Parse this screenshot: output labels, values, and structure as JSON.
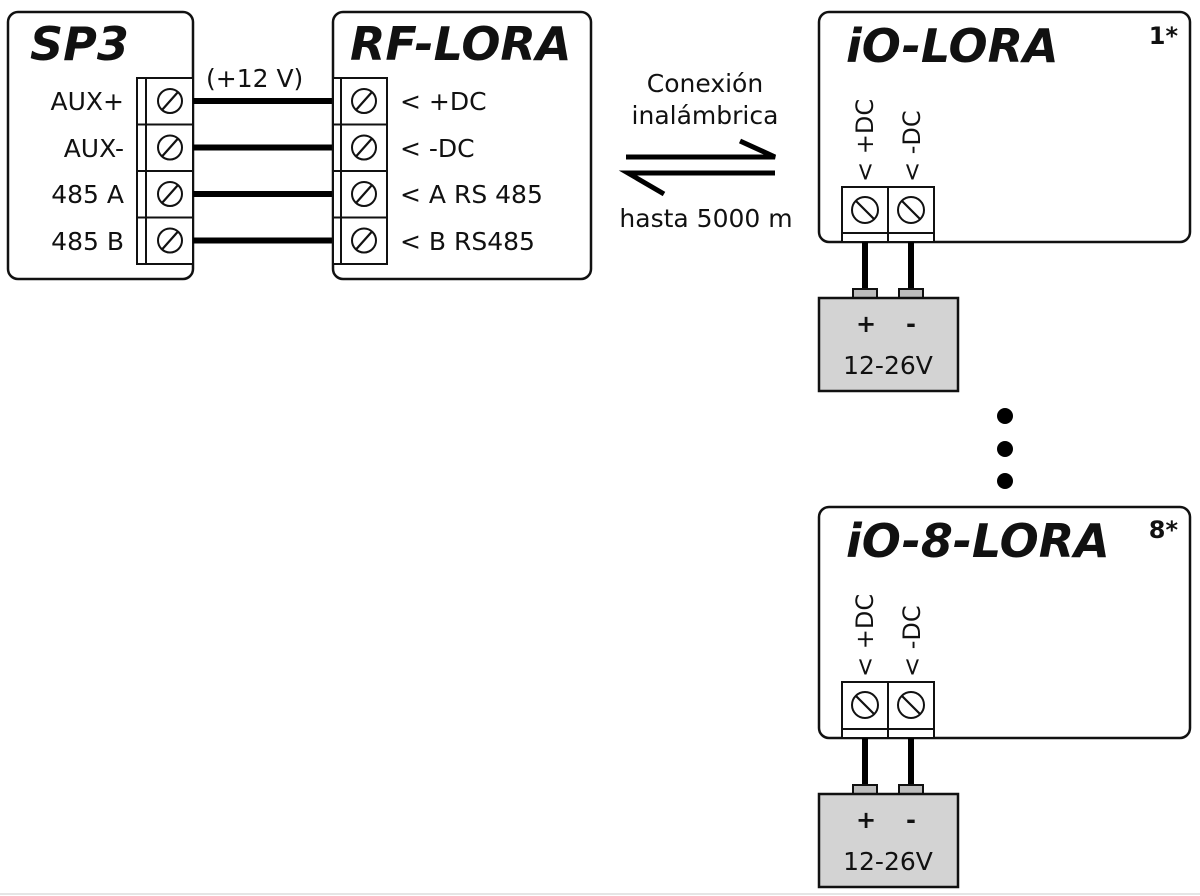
{
  "sp3": {
    "title": "SP3",
    "terminals": [
      "AUX+",
      "AUX-",
      "485 A",
      "485 B"
    ]
  },
  "wire_label": "(+12 V)",
  "rf_lora": {
    "title": "RF-LORA",
    "terminals": [
      "< +DC",
      "< -DC",
      "< A RS 485",
      "< B RS485"
    ]
  },
  "wireless": {
    "line1": "Conexión",
    "line2": "inalámbrica",
    "range": "hasta 5000 m"
  },
  "io_lora": {
    "title": "iO-LORA",
    "index": "1*",
    "terminals": [
      "< +DC",
      "< -DC"
    ],
    "psu": {
      "plus": "+",
      "minus": "-",
      "voltage": "12-26V"
    }
  },
  "io_8_lora": {
    "title": "iO-8-LORA",
    "index": "8*",
    "terminals": [
      "< +DC",
      "< -DC"
    ],
    "psu": {
      "plus": "+",
      "minus": "-",
      "voltage": "12-26V"
    }
  }
}
